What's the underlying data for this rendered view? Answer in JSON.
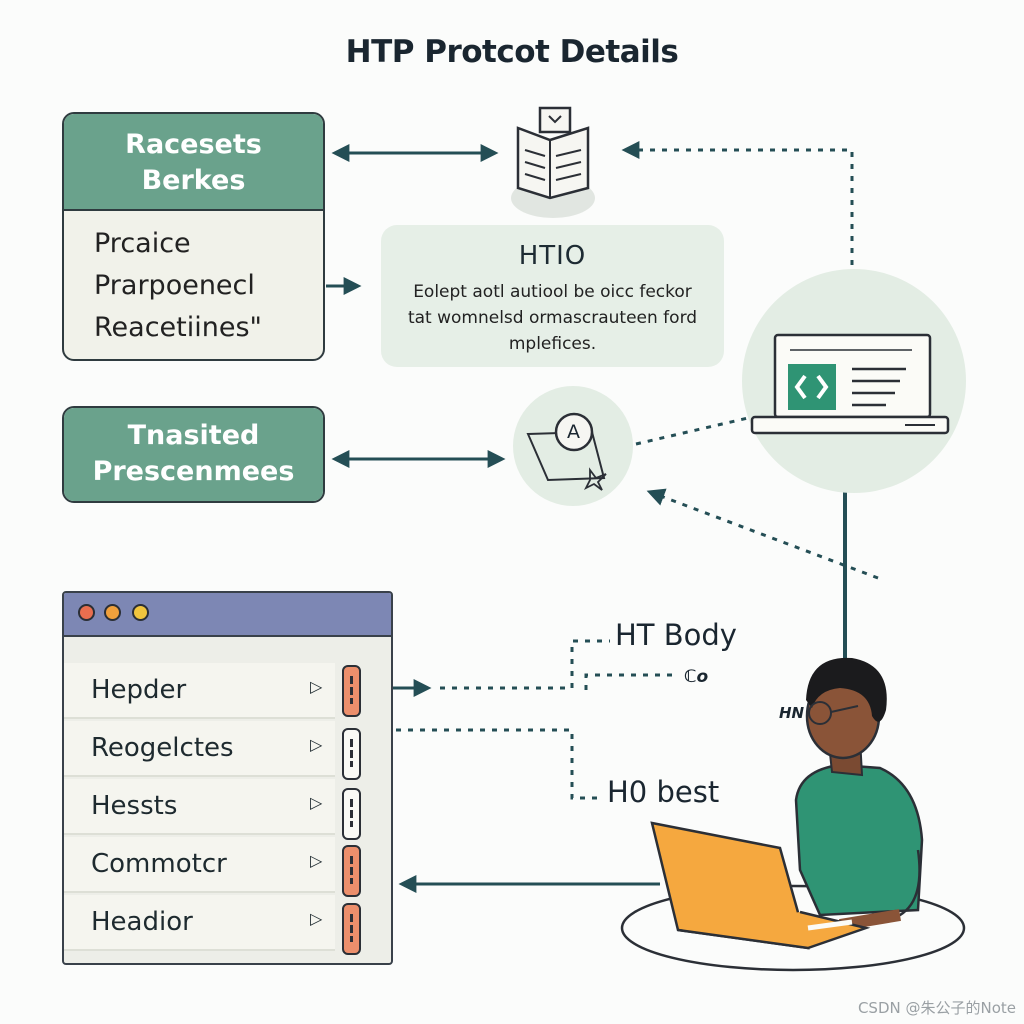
{
  "title": "HTP Protcot Details",
  "box1": {
    "header_line1": "Racesets",
    "header_line2": "Berkes",
    "body_lines": [
      "Prcaice",
      "Prarpoenecl",
      "Reacetiines\""
    ]
  },
  "box2": {
    "line1": "Tnasited",
    "line2": "Prescenmees"
  },
  "info_panel": {
    "heading": "HTIO",
    "line1": "Eolept aotl autiool be oicc feckor",
    "line2": "tat womnelsd ormascrauteen ford",
    "line3": "mplefices."
  },
  "icons": {
    "document": "document-stack-icon",
    "circle_badge": "letter-a-badge-icon",
    "circle_badge_letter": "A",
    "laptop": "laptop-screen-icon"
  },
  "browser": {
    "dots": [
      "#e96e4f",
      "#f0a03c",
      "#f1c53e"
    ],
    "rows": [
      {
        "label": "Hepder",
        "pill_color": "#ec8f6c"
      },
      {
        "label": "Reogelctes",
        "pill_color": "#fafaf5"
      },
      {
        "label": "Hessts",
        "pill_color": "#fafaf5"
      },
      {
        "label": "Commotcr",
        "pill_color": "#ec8f6c"
      },
      {
        "label": "Headior",
        "pill_color": "#ec8f6c"
      }
    ]
  },
  "labels": {
    "ht_body": "HT Body",
    "small_glyph": "ℂo",
    "h0_best": "H0 best",
    "hn": "HN"
  },
  "watermark": "CSDN @朱公子的Note",
  "colors": {
    "accent_green": "#6aa28c",
    "line_dark": "#244e55",
    "laptop_orange": "#f5a83f",
    "shirt_green": "#2f9474"
  }
}
